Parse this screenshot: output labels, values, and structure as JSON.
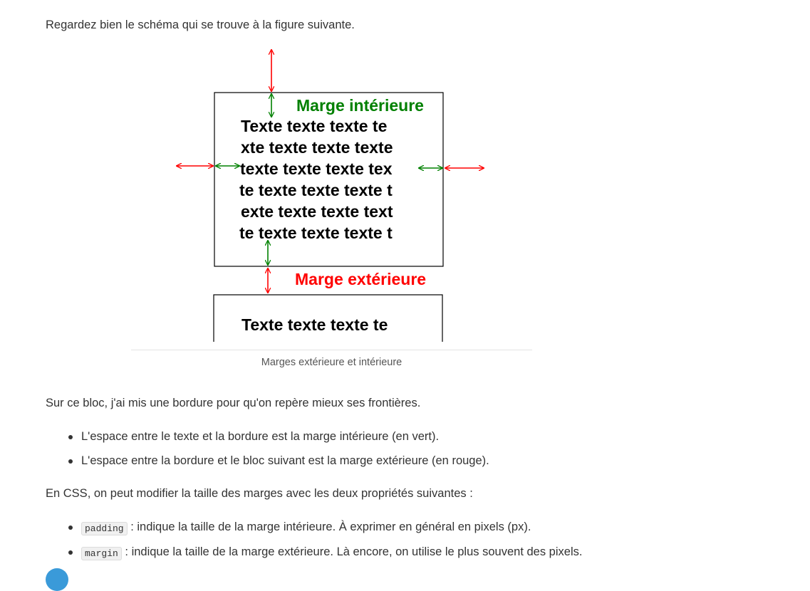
{
  "intro": "Regardez bien le schéma qui se trouve à la figure suivante.",
  "figure": {
    "label_inner": "Marge intérieure",
    "label_outer": "Marge extérieure",
    "block1_lines": [
      "Texte texte texte te",
      "xte texte texte texte",
      "texte texte texte tex",
      "te texte texte texte t",
      "exte texte texte text",
      "te texte texte texte t"
    ],
    "block2_line": "Texte texte texte te",
    "caption": "Marges extérieure et intérieure",
    "colors": {
      "inner": "#008000",
      "outer": "#ff0000"
    }
  },
  "para_border": "Sur ce bloc, j'ai mis une bordure pour qu'on repère mieux ses frontières.",
  "list1": [
    "L'espace entre le texte et la bordure est la marge intérieure (en vert).",
    "L'espace entre la bordure et le bloc suivant est la marge extérieure (en rouge)."
  ],
  "para_css": "En CSS, on peut modifier la taille des marges avec les deux propriétés suivantes :",
  "list2": [
    {
      "code": "padding",
      "text": " : indique la taille de la marge intérieure. À exprimer en général en pixels (px)."
    },
    {
      "code": "margin",
      "text": " : indique la taille de la marge extérieure. Là encore, on utilise le plus souvent des pixels."
    }
  ],
  "info_icon": "info-icon"
}
